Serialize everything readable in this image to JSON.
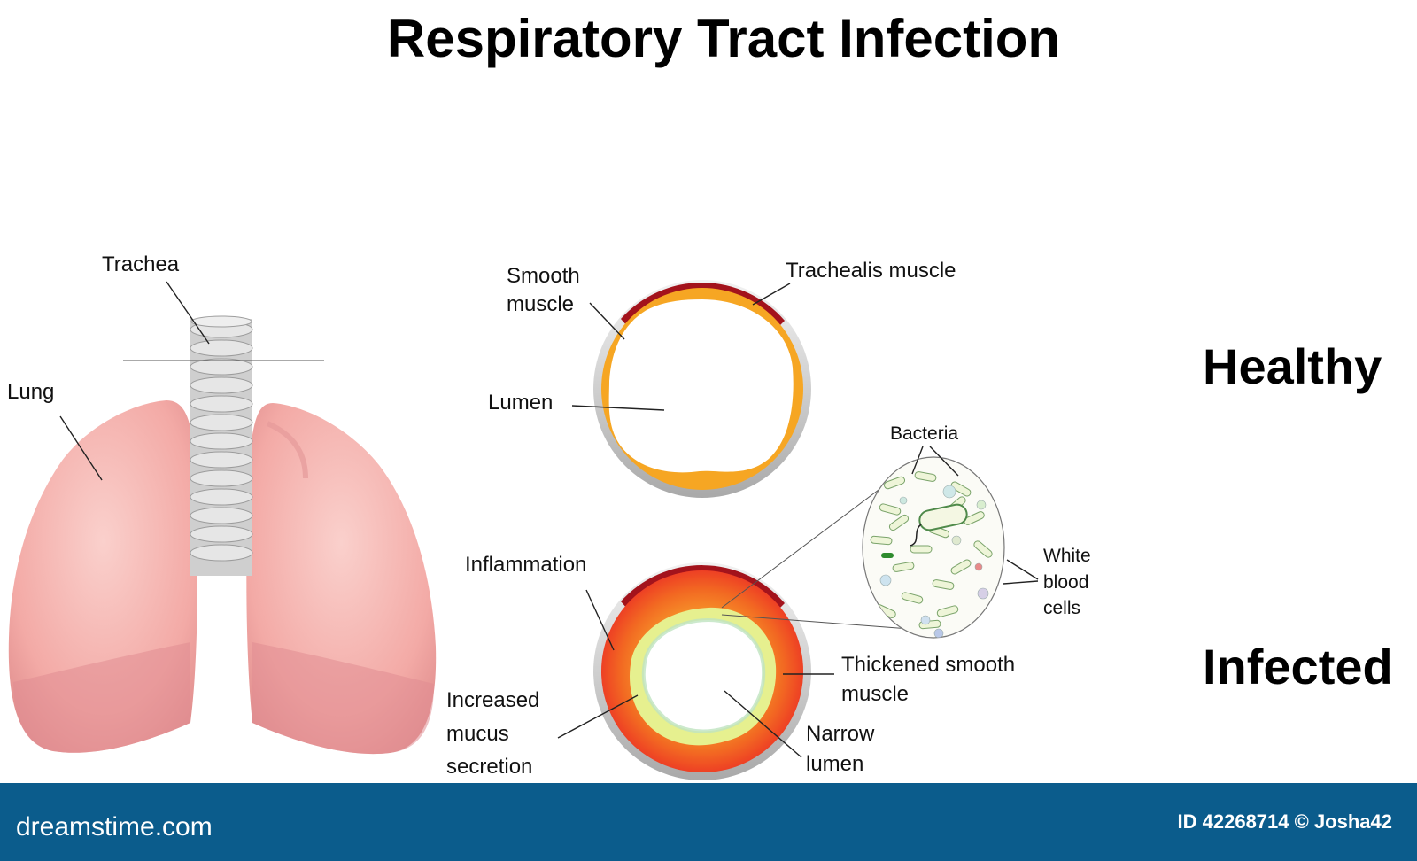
{
  "title": "Respiratory Tract Infection",
  "labels": {
    "trachea": "Trachea",
    "lung": "Lung",
    "smooth_muscle": [
      "Smooth",
      "muscle"
    ],
    "trachealis_muscle": "Trachealis muscle",
    "lumen": "Lumen",
    "bacteria": "Bacteria",
    "white_blood_cells": [
      "White",
      "blood",
      "cells"
    ],
    "inflammation": "Inflammation",
    "thickened_smooth_muscle": [
      "Thickened smooth",
      "muscle"
    ],
    "increased_mucus": [
      "Increased",
      "mucus",
      "secretion"
    ],
    "narrow_lumen": [
      "Narrow",
      "lumen"
    ]
  },
  "states": {
    "healthy": "Healthy",
    "infected": "Infected"
  },
  "footer": {
    "site": "dreamstime.com",
    "id": "ID 42268714 © Josha42"
  },
  "colors": {
    "lung": "#f3aaa6",
    "trachea_ring": "#d9d9d9",
    "cartilage": "#b9b9b9",
    "trachealis": "#a3131c",
    "smooth_muscle": "#f6a623",
    "inflammation": "#f05a24",
    "mucus": "#e8f29a",
    "footer_bar": "#0b5c8c"
  }
}
